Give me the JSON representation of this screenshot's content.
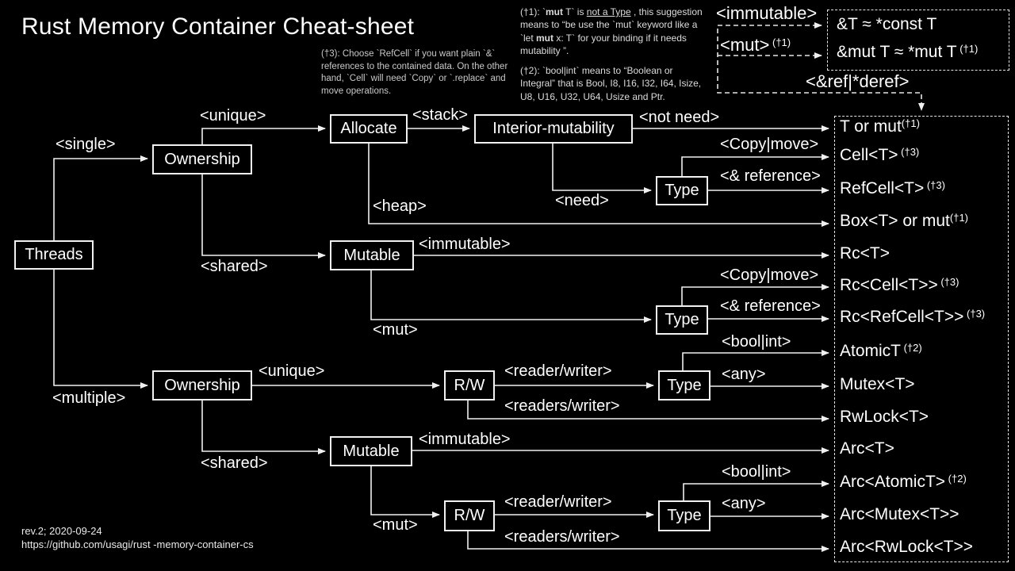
{
  "title": "Rust Memory Container Cheat-sheet",
  "footer": {
    "rev": "rev.2; 2020-09-24",
    "url": "https://github.com/usagi/rust -memory-container-cs"
  },
  "notes": {
    "n3": [
      {
        "t": "(†3): Choose `RefCell` if you want plain `&` references to the contained data. On the other hand, `Cell` will need `Copy` or `.replace` and move operations."
      }
    ],
    "n1": [
      {
        "t": "(†1): `"
      },
      {
        "t": "mut",
        "b": 1
      },
      {
        "t": " T` is "
      },
      {
        "t": "not a Type",
        "u": 1
      },
      {
        "t": " , this suggestion means to “be use the `mut` keyword like a `let "
      },
      {
        "t": "mut",
        "b": 1
      },
      {
        "t": " x: T` for your binding if it needs mutability ”."
      }
    ],
    "n2": [
      {
        "t": "(†2): `bool|int` means to “Boolean or Integral” that is Bool, I8, I16, I32, I64, Isize, U8, U16, U32, U64,  Usize and Ptr."
      }
    ]
  },
  "nodes": {
    "threads": "Threads",
    "ownership1": "Ownership",
    "allocate": "Allocate",
    "interior": "Interior-mutability",
    "type1": "Type",
    "mutable1": "Mutable",
    "type2": "Type",
    "ownership2": "Ownership",
    "rw1": "R/W",
    "type3": "Type",
    "mutable2": "Mutable",
    "rw2": "R/W",
    "type4": "Type"
  },
  "edges": {
    "single": "<single>",
    "unique1": "<unique>",
    "stack": "<stack>",
    "not_need": "<not need>",
    "heap": "<heap>",
    "copy_move1": "<Copy|move>",
    "reference1": "<& reference>",
    "need": "<need>",
    "shared1": "<shared>",
    "immutable1": "<immutable>",
    "mut1": "<mut>",
    "copy_move2": "<Copy|move>",
    "reference2": "<& reference>",
    "bool_int1": "<bool|int>",
    "multiple": "<multiple>",
    "unique2": "<unique>",
    "reader_writer1": "<reader/writer>",
    "readers_writer1": "<readers/writer>",
    "any1": "<any>",
    "shared2": "<shared>",
    "immutable2": "<immutable>",
    "mut2": "<mut>",
    "reader_writer2": "<reader/writer>",
    "bool_int2": "<bool|int>",
    "any2": "<any>",
    "readers_writer2": "<readers/writer>"
  },
  "top_right": {
    "immutable_label": "<immutable>",
    "mut_label": "<mut>",
    "mut_sup": " (†1)",
    "eq1": "&T ≈ *const T",
    "eq2": "&mut T ≈ *mut T",
    "eq2_sup": " (†1)",
    "ref_deref": "<&ref|*deref>"
  },
  "results": [
    {
      "text": "T or mut",
      "sup": "(†1)"
    },
    {
      "text": "Cell<T>",
      "sup": " (†3)"
    },
    {
      "text": "RefCell<T>",
      "sup": " (†3)"
    },
    {
      "text": "Box<T> or mut",
      "sup": "(†1)"
    },
    {
      "text": "Rc<T>",
      "sup": ""
    },
    {
      "text": "Rc<Cell<T>>",
      "sup": " (†3)"
    },
    {
      "text": "Rc<RefCell<T>>",
      "sup": " (†3)"
    },
    {
      "text": "AtomicT",
      "sup": " (†2)"
    },
    {
      "text": "Mutex<T>",
      "sup": ""
    },
    {
      "text": "RwLock<T>",
      "sup": ""
    },
    {
      "text": "Arc<T>",
      "sup": ""
    },
    {
      "text": "Arc<AtomicT>",
      "sup": " (†2)"
    },
    {
      "text": "Arc<Mutex<T>>",
      "sup": ""
    },
    {
      "text": "Arc<RwLock<T>>",
      "sup": ""
    }
  ]
}
